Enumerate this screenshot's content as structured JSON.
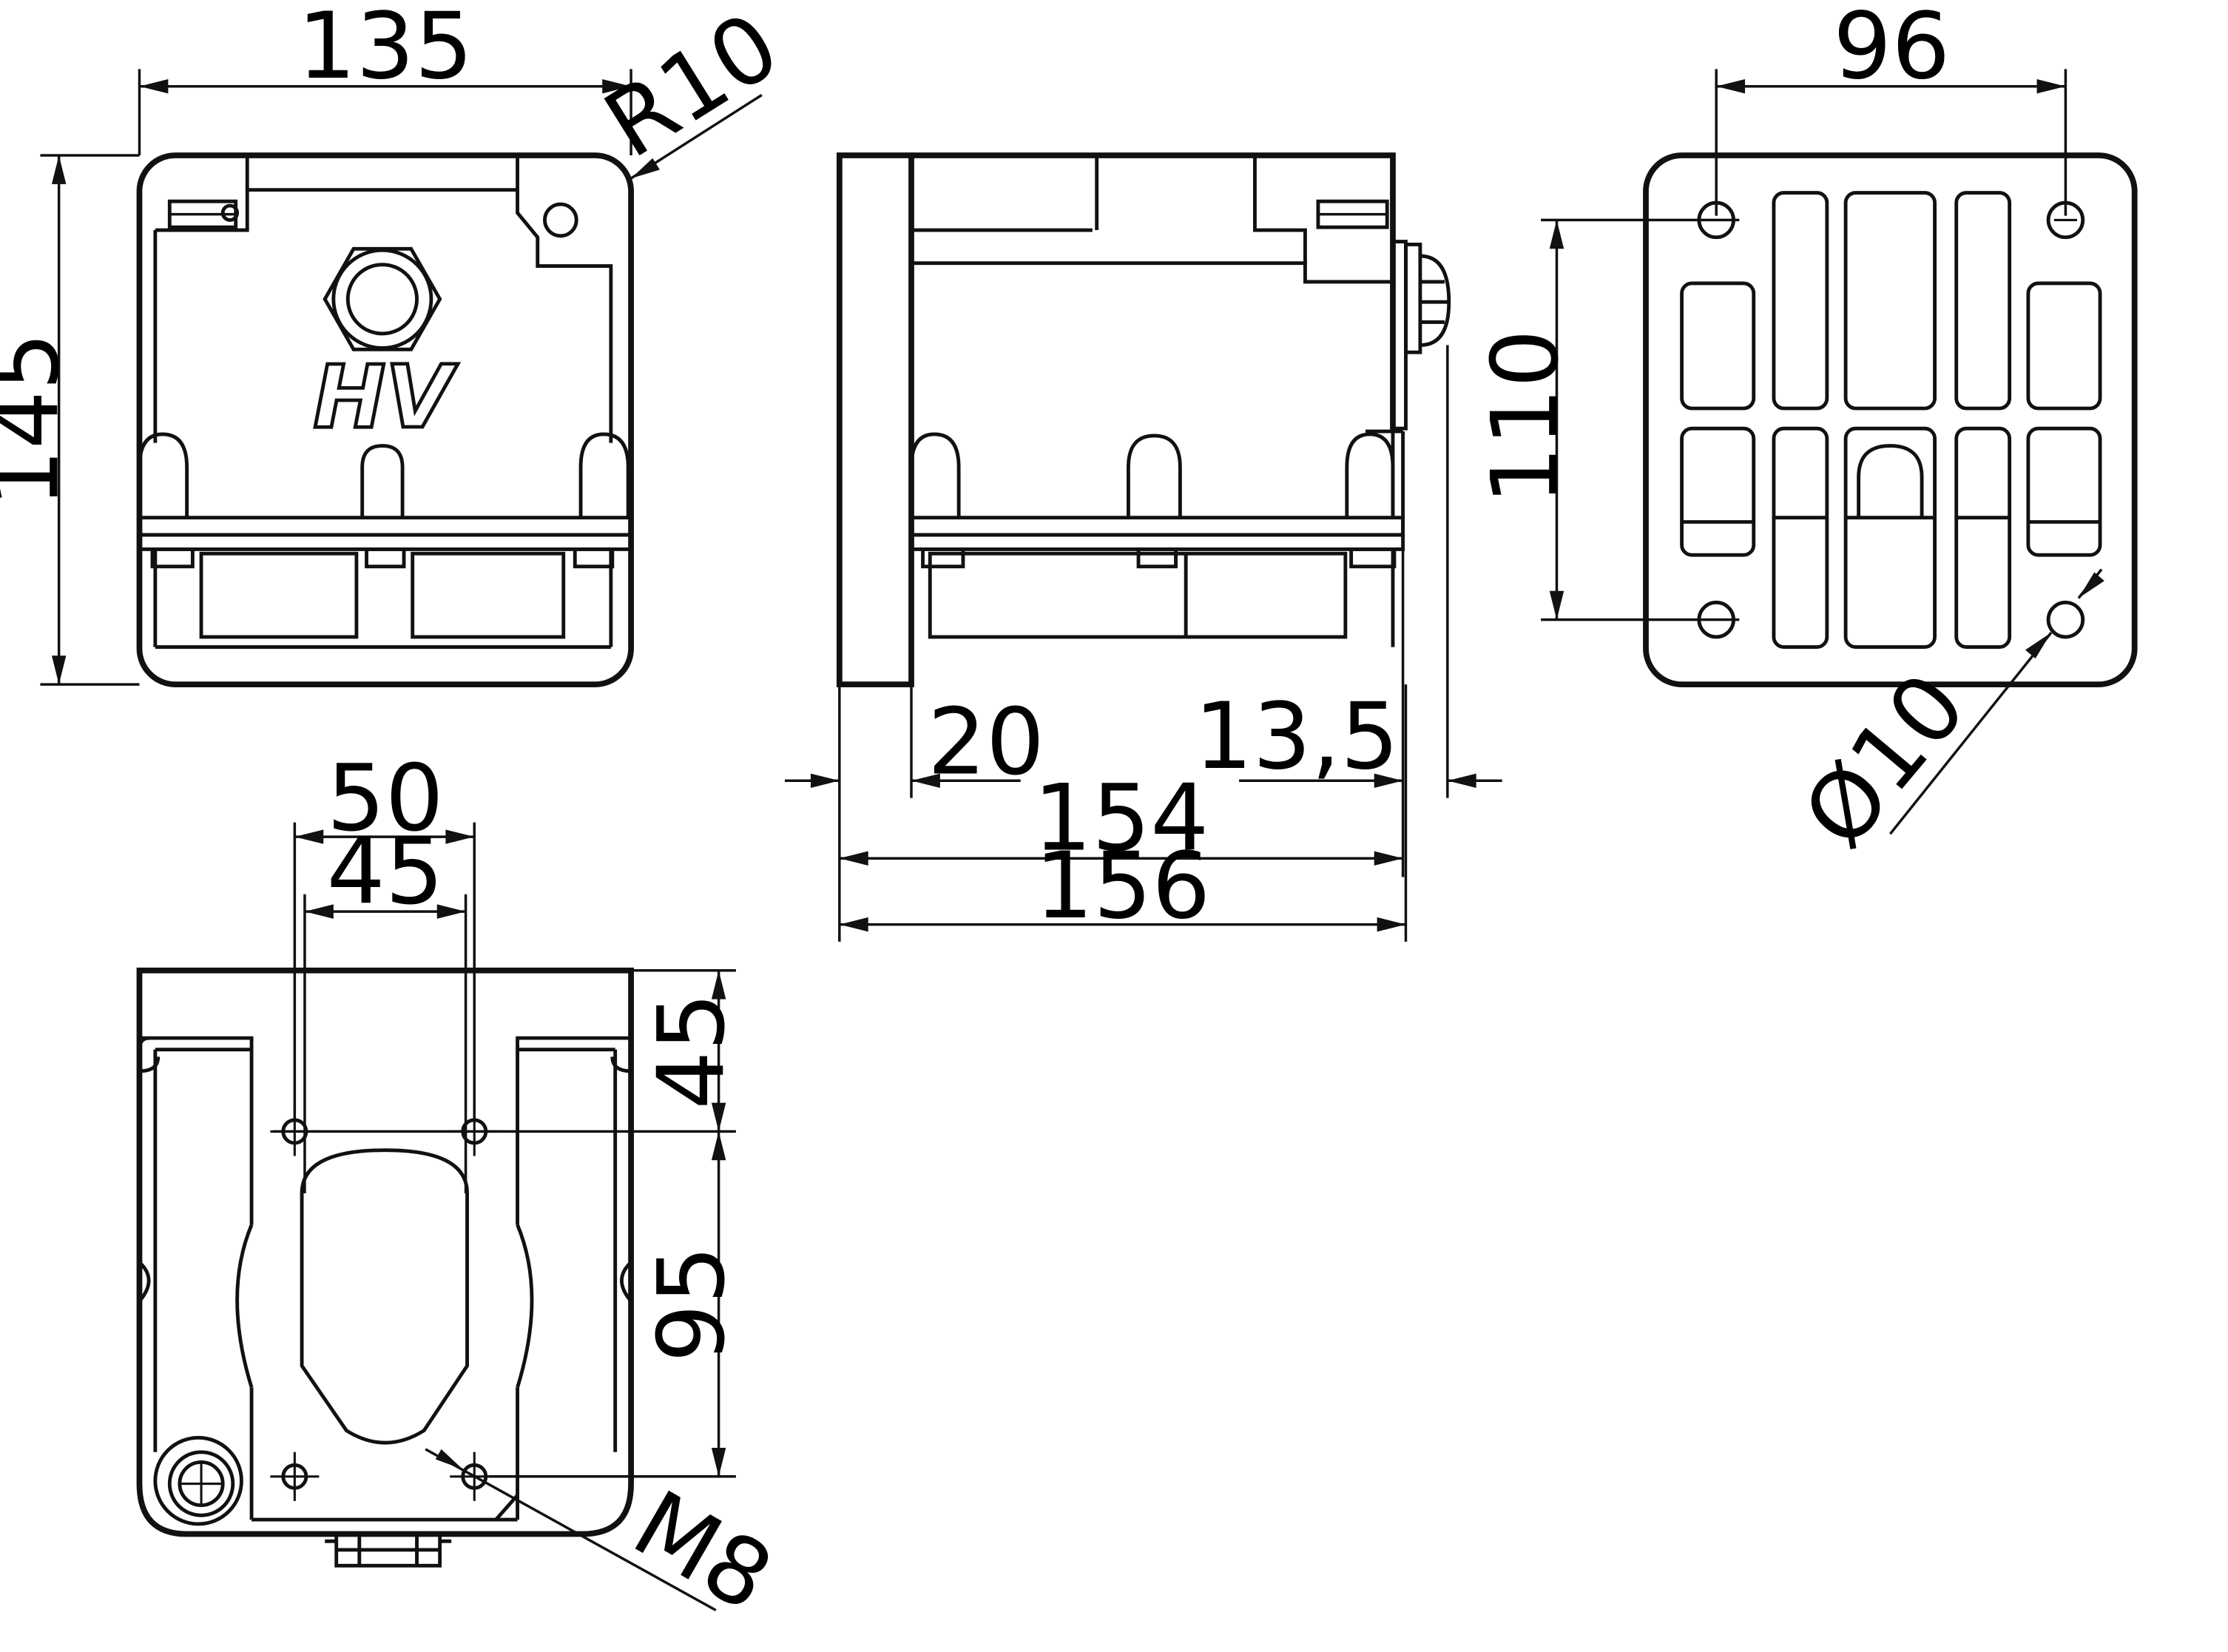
{
  "drawing": {
    "logo": "HV",
    "front_view": {
      "width": "135",
      "height": "145",
      "radius": "R10"
    },
    "side_view": {
      "inner_width": "20",
      "offset": "13,5",
      "length_154": "154",
      "length_156": "156"
    },
    "rear_view": {
      "hole_spacing_h": "96",
      "hole_spacing_v": "110",
      "hole_diameter": "Ø10"
    },
    "bottom_view": {
      "spacing_50": "50",
      "spacing_45": "45",
      "vertical_45": "45",
      "vertical_95": "95",
      "thread": "M8"
    }
  }
}
